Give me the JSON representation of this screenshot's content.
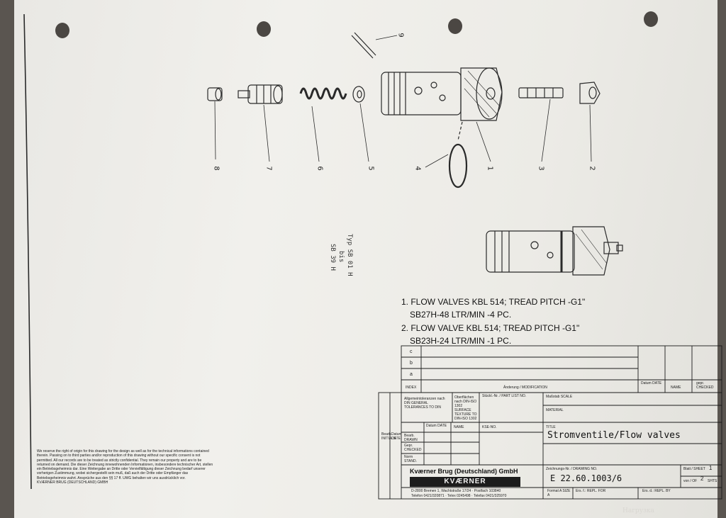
{
  "drawing": {
    "part_numbers": [
      "8",
      "7",
      "6",
      "5",
      "4",
      "1",
      "3",
      "2",
      "9"
    ],
    "type_line_1": "Typ SB 01 H",
    "type_line_2": "bis",
    "type_line_3": "SB 39 H"
  },
  "notes": {
    "line1": "1. FLOW VALVES KBL 514; TREAD PITCH -G1\"",
    "line2": "SB27H-48 LTR/MIN -4 PC.",
    "line3": "2. FLOW VALVE KBL 514; TREAD PITCH -G1\"",
    "line4": "SB23H-24 LTR/MIN -1 PC."
  },
  "revision_block": {
    "rows": [
      "c",
      "b",
      "a"
    ],
    "index_label": "INDEX",
    "modification_label": "Änderung / MODIFICATION",
    "date_label": "Datum DATE",
    "name_label": "NAME",
    "checked_label": "gepr. CHECKED"
  },
  "title_block": {
    "tolerances": "Allgemeintoleranzen nach DIN GENERAL TOLERANCES TO DIN",
    "surface": "Oberflächen nach DIN-ISO 1302 SURFACE TEXTURE TO DIN-ISO 1302",
    "parts_list": "Stückl.-Nr. / PART LIST NO.",
    "scale": "Maßstab SCALE",
    "material": "MATERIAL",
    "date_label": "Datum DATE",
    "name_label": "NAME",
    "kse_label": "KSE-NO.",
    "title_label": "TITLE",
    "drawn": "Bearb. DRAWN",
    "checked": "Gepr. CHECKED",
    "norm": "Norm STAND.",
    "title": "Stromventile/Flow valves",
    "company": "Kværner Brug (Deutschland) GmbH",
    "logo": "KVÆRNER",
    "address": "D-2800 Bremen 1, Wachtstraße 17/24 · Postfach 103840",
    "phone": "Telefon 0421/320871 · Telex 0245498 · Telefax 0421/325970",
    "drawing_no_label": "Zeichnungs-Nr. / DRAWING NO.",
    "drawing_no": "E 22.60.1003/6",
    "sheet_label": "Blatt / SHEET",
    "sheet_no": "1",
    "sheets_label": "von / OF",
    "sheets_total": "2",
    "sheets_word": "SHTS",
    "format": "Format A SIZE A",
    "replaced_for": "Ers. f.: REPL. FOR",
    "replaced_by": "Ers. d.: REPL. BY",
    "side_label_1": "Datum DATE",
    "side_label_2": "Bearb. INITIALS"
  },
  "disclaimer": "We reserve the right of origin for this drawing for the design as well as for the technical informations contained therein. Passing on to third parties and/or reproduction of this drawing without our specific consent is not permitted. All our records are to be treated as strictly confidential. They remain our property and are to be returned on demand. Die dieser Zeichnung innewohnenden Informationen, insbesondere technischer Art, stellen ein Betriebsgeheimnis dar. Eine Weitergabe an Dritte oder Vervielfältigung dieser Zeichnung bedarf unserer vorherigen Zustimmung, wobei sichergestellt sein muß, daß auch der Dritte oder Empfänger das Betriebsgeheimnis wahrt. Ansprüche aus den §§ 17 ff. UWG behalten wir uns ausdrücklich vor.",
  "disclaimer_owner": "KVÆRNER BRUG (DEUTSCHLAND) GMBH",
  "background_text": "Нагрузка",
  "colors": {
    "paper": "#eeede9",
    "ink": "#222222",
    "table": "#1a1a1a"
  }
}
